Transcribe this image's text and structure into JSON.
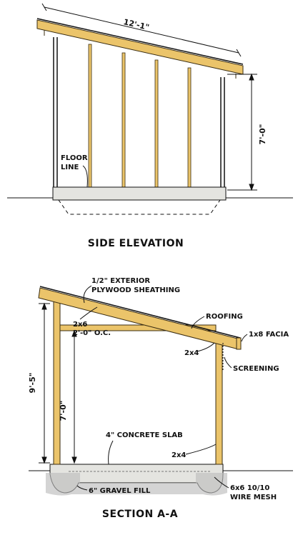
{
  "colors": {
    "lumber": "#ebc46a",
    "lumber_edge": "#3a2d12",
    "concrete": "#e4e4e0",
    "gravel": "#bdbdbd",
    "ink": "#111111",
    "paper": "#ffffff"
  },
  "side_elevation": {
    "title": "SIDE ELEVATION",
    "roof_length": "12'-1\"",
    "wall_height": "7'-0\"",
    "floor_line_1": "FLOOR",
    "floor_line_2": "LINE"
  },
  "section_aa": {
    "title": "SECTION A-A",
    "sheathing_1": "1/2\" EXTERIOR",
    "sheathing_2": "PLYWOOD SHEATHING",
    "rafter_1": "2x6",
    "rafter_2": "2'-0\" O.C.",
    "roofing": "ROOFING",
    "facia": "1x8 FACIA",
    "header_stud": "2x4",
    "screening": "SCREENING",
    "overall_height": "9'-5\"",
    "wall_height": "7'-0\"",
    "slab": "4\" CONCRETE SLAB",
    "post": "2x4",
    "gravel": "6\" GRAVEL FILL",
    "mesh_1": "6x6 10/10",
    "mesh_2": "WIRE MESH"
  }
}
